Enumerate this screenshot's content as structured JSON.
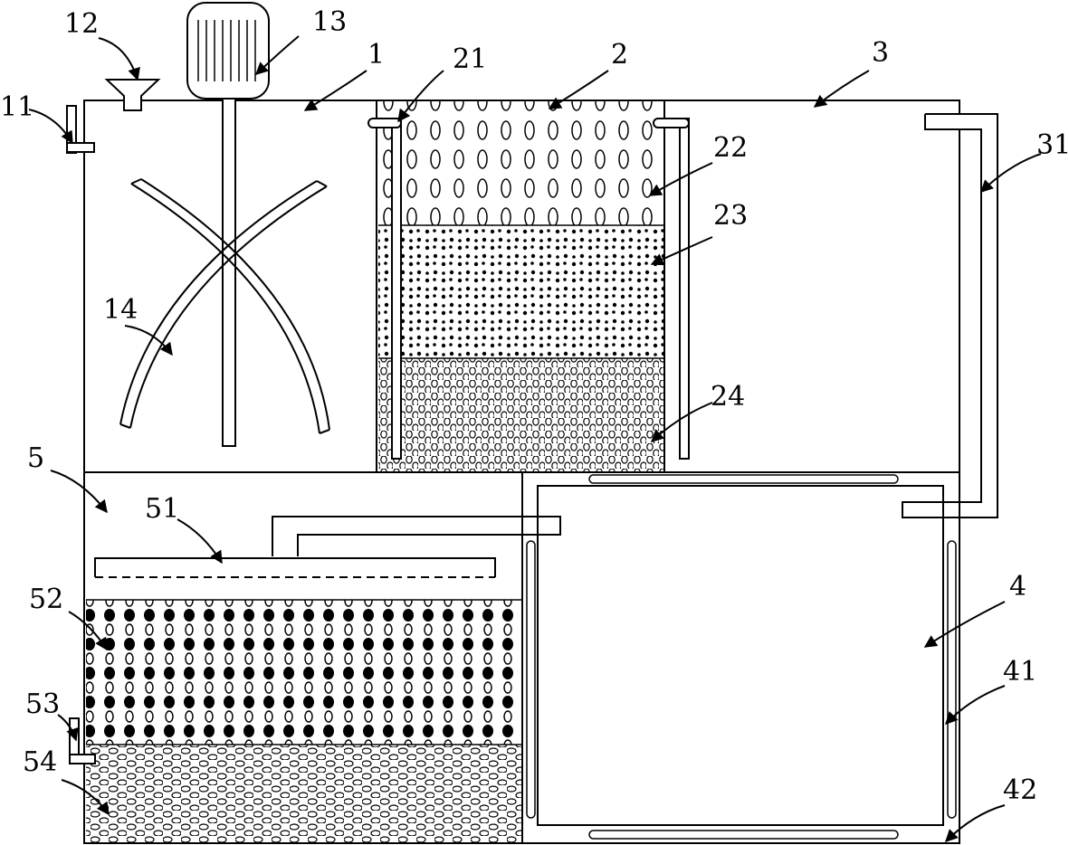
{
  "labels": {
    "l1": "1",
    "l2": "2",
    "l3": "3",
    "l4": "4",
    "l5": "5",
    "l11": "11",
    "l12": "12",
    "l13": "13",
    "l14": "14",
    "l21": "21",
    "l22": "22",
    "l23": "23",
    "l24": "24",
    "l31": "31",
    "l41": "41",
    "l42": "42",
    "l51": "51",
    "l52": "52",
    "l53": "53",
    "l54": "54"
  }
}
